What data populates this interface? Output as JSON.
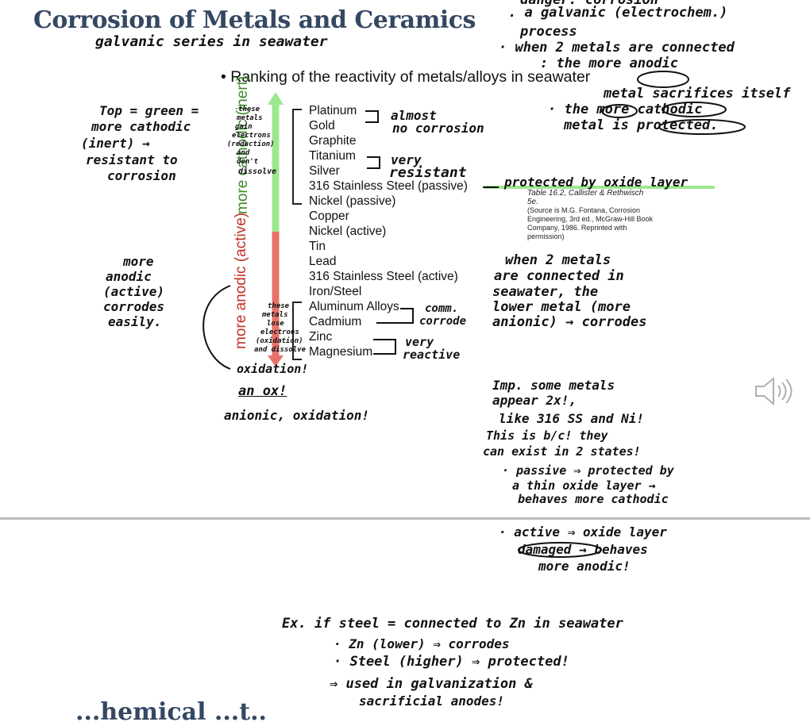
{
  "slide": {
    "title": "Corrosion of Metals and Ceramics",
    "bullet": "• Ranking of the reactivity of metals/alloys in seawater",
    "series": [
      "Platinum",
      "Gold",
      "Graphite",
      "Titanium",
      "Silver",
      "316 Stainless Steel (passive)",
      "Nickel (passive)",
      "Copper",
      "Nickel (active)",
      "Tin",
      "Lead",
      "316 Stainless Steel (active)",
      "Iron/Steel",
      "Aluminum Alloys",
      "Cadmium",
      "Zinc",
      "Magnesium"
    ],
    "label_cathodic": "more cathodic (inert)",
    "label_anodic": "more anodic (active)",
    "citation": {
      "line1": "Table 16.2, Callister & Rethwisch 5e.",
      "line2": "(Source is M.G. Fontana, Corrosion Engineering, 3rd ed., McGraw-Hill Book Company, 1986. Reprinted with permission)"
    },
    "footer_partial": "...hemical ...t.."
  },
  "notes": {
    "subtitle": "galvanic series in seawater",
    "top_right_1": "danger: corrosion",
    "top_right_2": ". a galvanic (electrochem.)",
    "top_right_3": "process",
    "top_right_4": "· when 2 metals are connected",
    "top_right_5": ": the more anodic",
    "top_right_6": "metal sacrifices itself",
    "top_right_7": "· the more cathodic",
    "top_right_8": "metal is protected.",
    "left_top": [
      "Top = green =",
      "more cathodic",
      "(inert) →",
      "resistant to",
      "corrosion"
    ],
    "left_small_top": [
      "these",
      "metals",
      "gain",
      "electrons",
      "(reduction)",
      "and",
      "don't",
      "dissolve"
    ],
    "left_bottom": [
      "more",
      "anodic",
      "(active)",
      "corrodes",
      "easily."
    ],
    "left_small_bottom": [
      "these",
      "metals",
      "lose",
      "electrons",
      "(oxidation)",
      "and dissolve"
    ],
    "almost": "almost",
    "no_corrosion": "no corrosion",
    "very": "very",
    "resistant": "resistant",
    "protected_oxide": "protected by oxide layer",
    "comm_1": "comm.",
    "comm_2": "corrode",
    "very_reactive_1": "very",
    "very_reactive_2": "reactive",
    "oxidation": "oxidation!",
    "an_ox": "an ox!",
    "anionic": "anionic, oxidation!",
    "when2": [
      "when 2 metals",
      "are connected in",
      "seawater, the",
      "lower metal (more",
      "anionic) → corrodes"
    ],
    "imp": [
      "Imp. some metals",
      "appear 2x!,",
      "like 316 SS and Ni!",
      "This is b/c! they",
      "can exist in 2 states!",
      "· passive ⇒ protected by",
      "a thin oxide layer →",
      "behaves more cathodic",
      "· active ⇒ oxide layer",
      "damaged → behaves",
      "more anodic!"
    ],
    "ex": [
      "Ex. if steel = connected to Zn in seawater",
      "· Zn (lower) ⇒ corrodes",
      "· Steel (higher) ⇒ protected!",
      "⇒ used in galvanization &",
      "sacrificial anodes!"
    ]
  },
  "colors": {
    "title": "#344862",
    "green": "#9de88f",
    "red": "#e8726a",
    "green_text": "#3c8d2c",
    "red_text": "#c0312a"
  }
}
